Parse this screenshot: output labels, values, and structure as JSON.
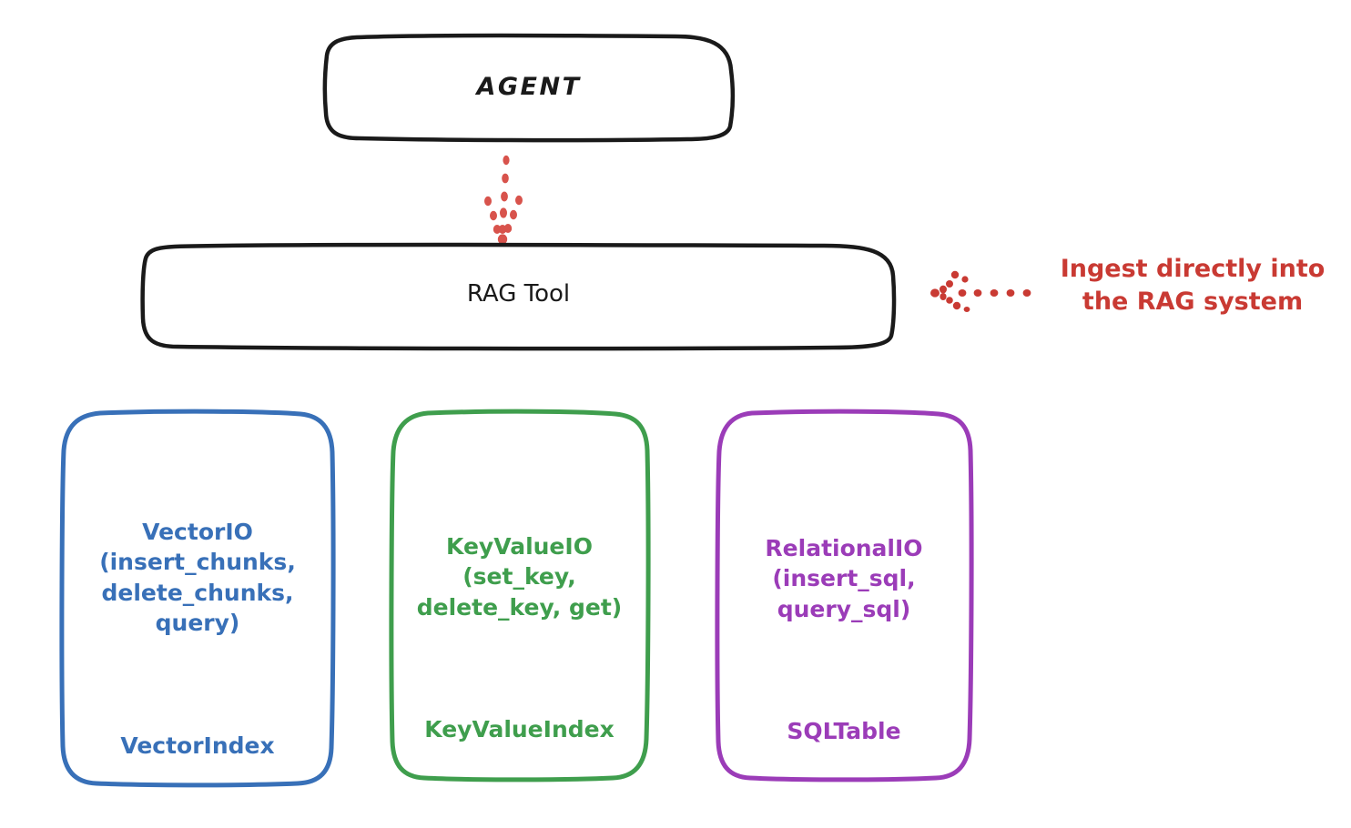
{
  "diagram": {
    "title": "RAG Tool architecture",
    "background": "#ffffff",
    "colors": {
      "outline_black": "#1a1a1a",
      "annotation_red": "#c93a33",
      "vector_blue": "#3870b8",
      "keyvalue_green": "#3f9e4d",
      "relational_purple": "#9b3cb8"
    },
    "nodes": {
      "agent": {
        "label": "AGENT",
        "color": "#1a1a1a"
      },
      "rag_tool": {
        "label": "RAG Tool",
        "color": "#1a1a1a"
      },
      "vector_io": {
        "signature": "VectorIO\n(insert_chunks,\ndelete_chunks,\nquery)",
        "index": "VectorIndex",
        "color": "#3870b8"
      },
      "key_value_io": {
        "signature": "KeyValueIO\n(set_key,\ndelete_key, get)",
        "index": "KeyValueIndex",
        "color": "#3f9e4d"
      },
      "relational_io": {
        "signature": "RelationalIO\n(insert_sql,\nquery_sql)",
        "index": "SQLTable",
        "color": "#9b3cb8"
      }
    },
    "annotations": {
      "ingest": "Ingest directly into\nthe RAG system"
    },
    "edges": [
      {
        "from": "agent",
        "to": "rag_tool",
        "style": "dotted",
        "color": "#c93a33",
        "direction": "down"
      },
      {
        "from": "ingest-annotation",
        "to": "rag_tool",
        "style": "dotted",
        "color": "#c93a33",
        "direction": "left"
      }
    ]
  }
}
